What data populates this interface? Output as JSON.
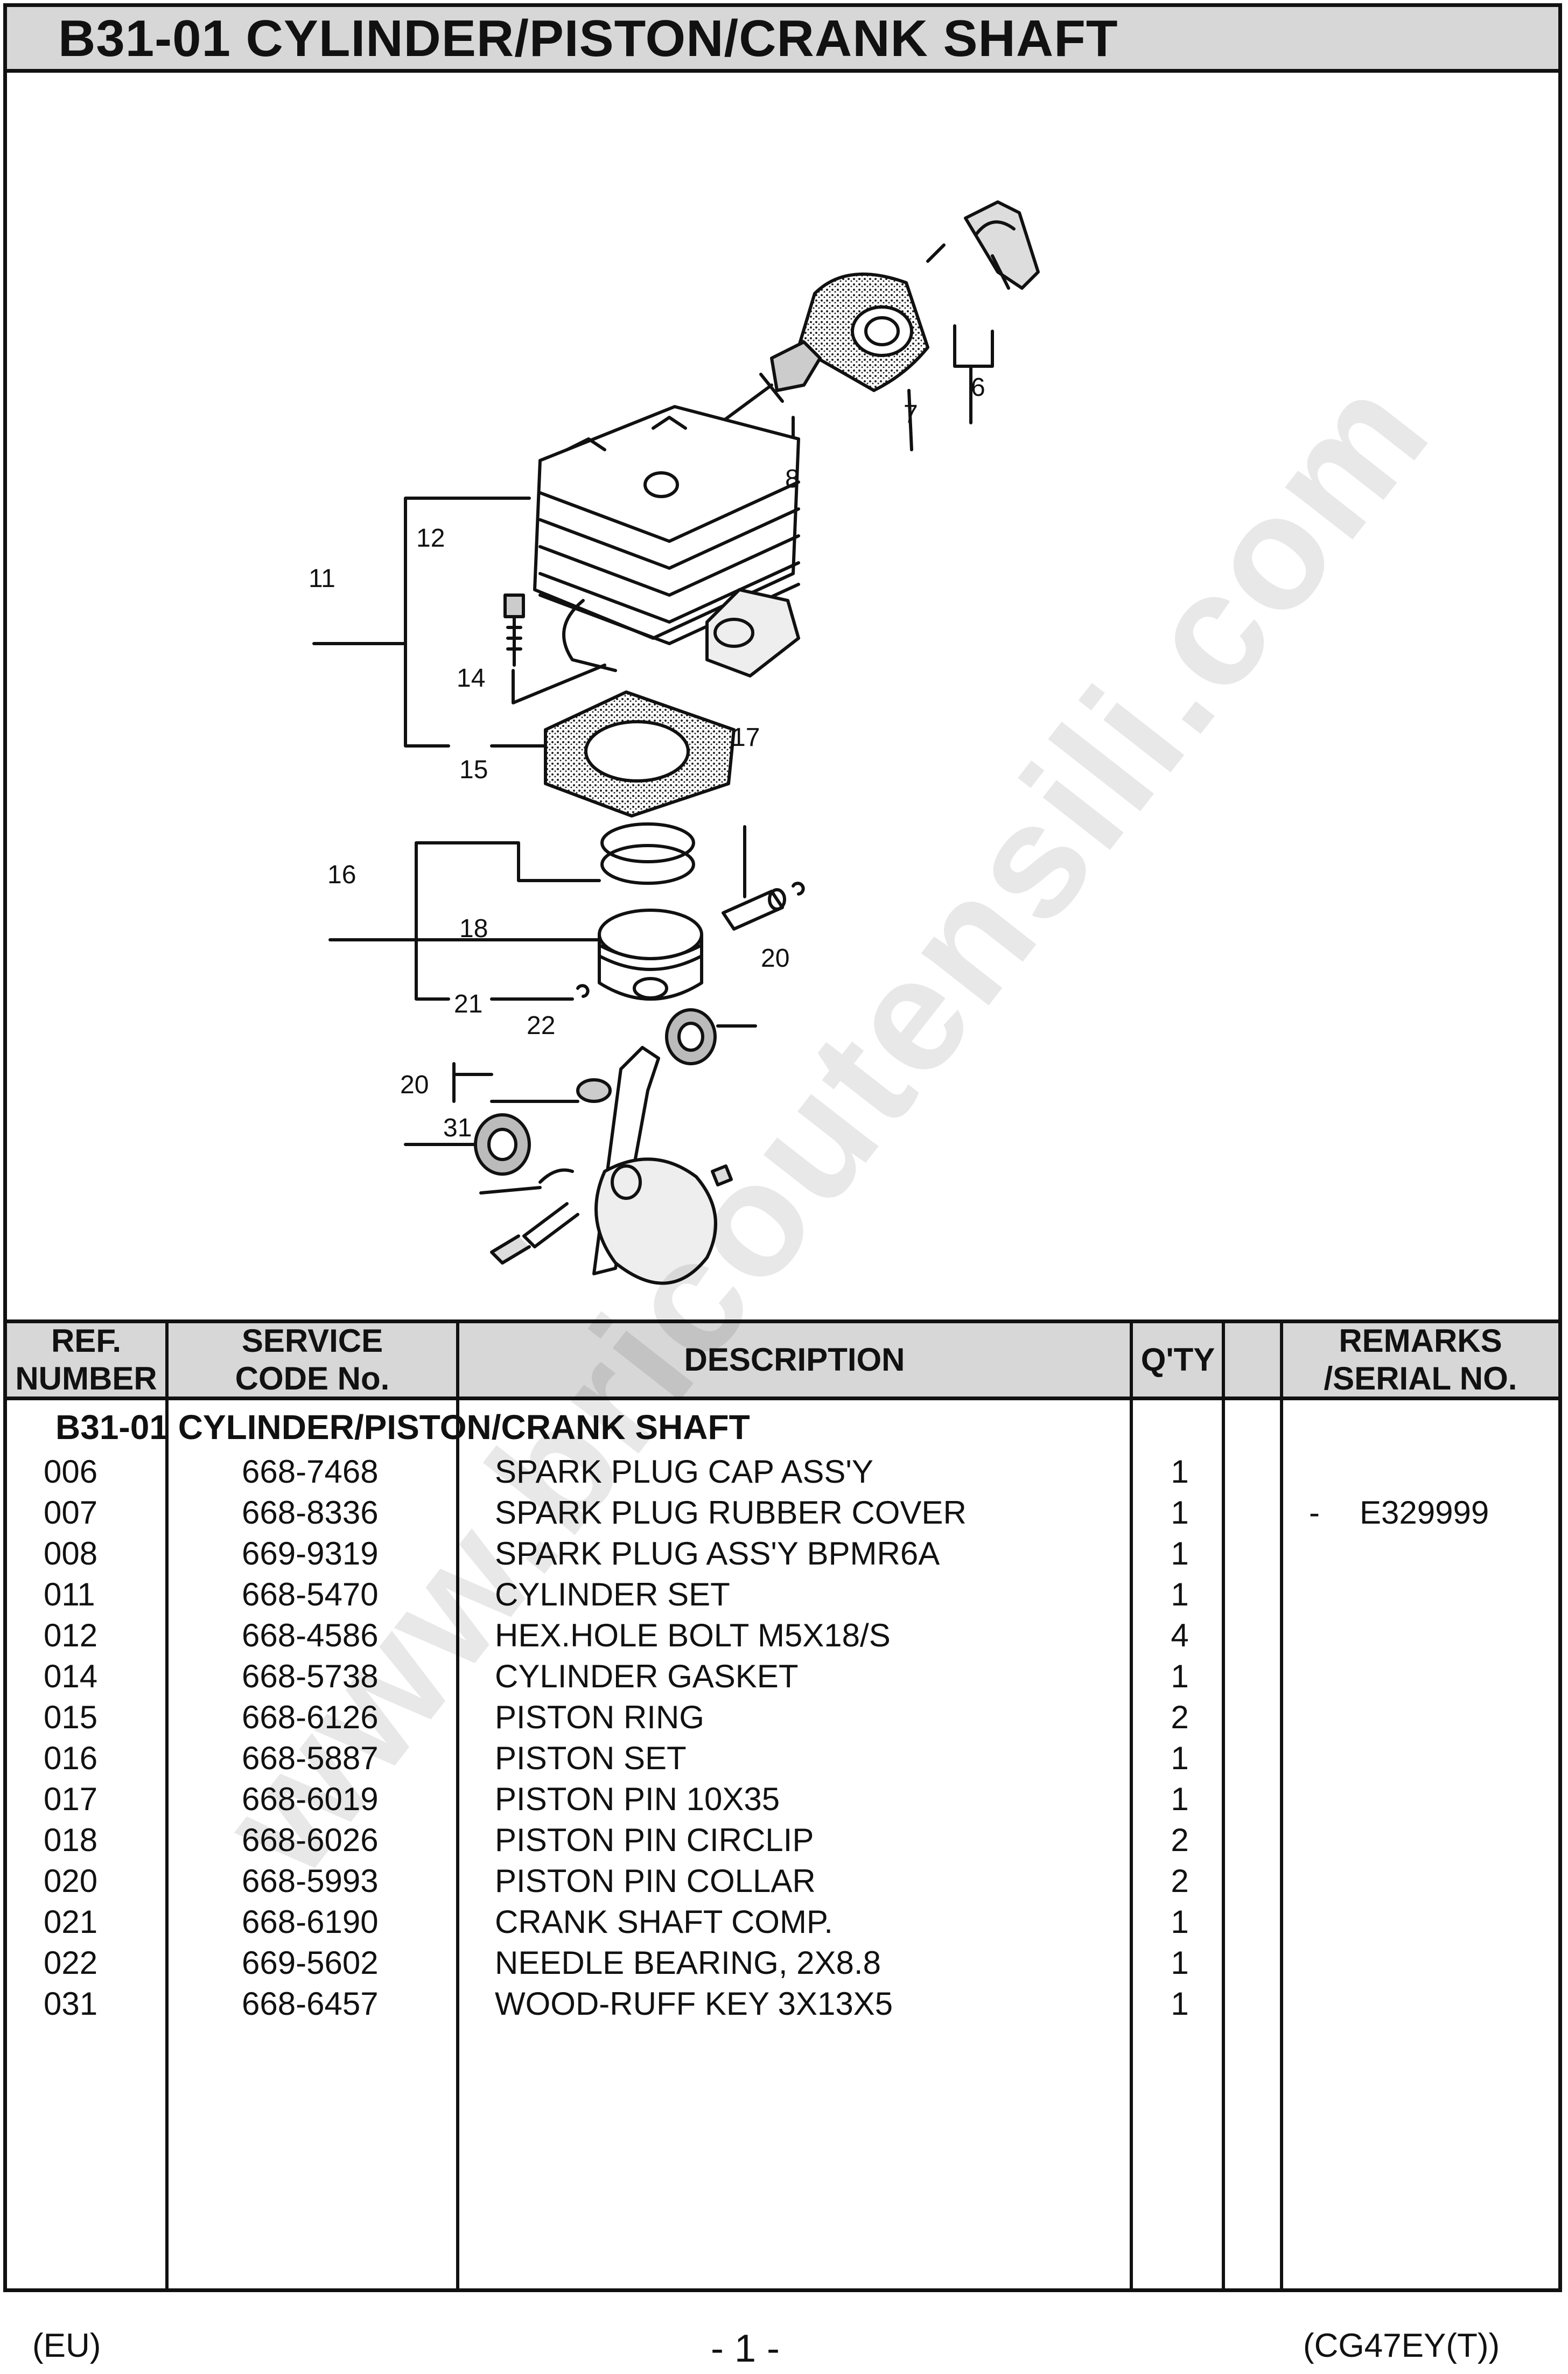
{
  "page": {
    "title": "B31-01 CYLINDER/PISTON/CRANK SHAFT",
    "section_title": "B31-01 CYLINDER/PISTON/CRANK SHAFT",
    "watermark": "www.bricoutensili.com",
    "footer": {
      "left": "(EU)",
      "center": "- 1 -",
      "right": "(CG47EY(T))"
    }
  },
  "diagram": {
    "callouts": [
      "6",
      "7",
      "8",
      "11",
      "12",
      "14",
      "15",
      "16",
      "17",
      "18",
      "20",
      "20",
      "21",
      "22",
      "31"
    ]
  },
  "table": {
    "headers": {
      "ref": "REF.\nNUMBER",
      "code": "SERVICE\nCODE No.",
      "description": "DESCRIPTION",
      "qty": "Q'TY",
      "remarks": "REMARKS\n/SERIAL NO."
    },
    "rows": [
      {
        "ref": "006",
        "code": "668-7468",
        "description": "SPARK PLUG CAP ASS'Y",
        "qty": "1",
        "dash": "",
        "remarks": ""
      },
      {
        "ref": "007",
        "code": "668-8336",
        "description": "SPARK PLUG RUBBER COVER",
        "qty": "1",
        "dash": "-",
        "remarks": "E329999"
      },
      {
        "ref": "008",
        "code": "669-9319",
        "description": "SPARK PLUG ASS'Y BPMR6A",
        "qty": "1",
        "dash": "",
        "remarks": ""
      },
      {
        "ref": "011",
        "code": "668-5470",
        "description": "CYLINDER SET",
        "qty": "1",
        "dash": "",
        "remarks": ""
      },
      {
        "ref": "012",
        "code": "668-4586",
        "description": "HEX.HOLE BOLT M5X18/S",
        "qty": "4",
        "dash": "",
        "remarks": ""
      },
      {
        "ref": "014",
        "code": "668-5738",
        "description": "CYLINDER GASKET",
        "qty": "1",
        "dash": "",
        "remarks": ""
      },
      {
        "ref": "015",
        "code": "668-6126",
        "description": "PISTON RING",
        "qty": "2",
        "dash": "",
        "remarks": ""
      },
      {
        "ref": "016",
        "code": "668-5887",
        "description": "PISTON SET",
        "qty": "1",
        "dash": "",
        "remarks": ""
      },
      {
        "ref": "017",
        "code": "668-6019",
        "description": "PISTON PIN 10X35",
        "qty": "1",
        "dash": "",
        "remarks": ""
      },
      {
        "ref": "018",
        "code": "668-6026",
        "description": "PISTON PIN CIRCLIP",
        "qty": "2",
        "dash": "",
        "remarks": ""
      },
      {
        "ref": "020",
        "code": "668-5993",
        "description": "PISTON PIN COLLAR",
        "qty": "2",
        "dash": "",
        "remarks": ""
      },
      {
        "ref": "021",
        "code": "668-6190",
        "description": "CRANK SHAFT COMP.",
        "qty": "1",
        "dash": "",
        "remarks": ""
      },
      {
        "ref": "022",
        "code": "669-5602",
        "description": "NEEDLE BEARING, 2X8.8",
        "qty": "1",
        "dash": "",
        "remarks": ""
      },
      {
        "ref": "031",
        "code": "668-6457",
        "description": "WOOD-RUFF KEY 3X13X5",
        "qty": "1",
        "dash": "",
        "remarks": ""
      }
    ]
  }
}
